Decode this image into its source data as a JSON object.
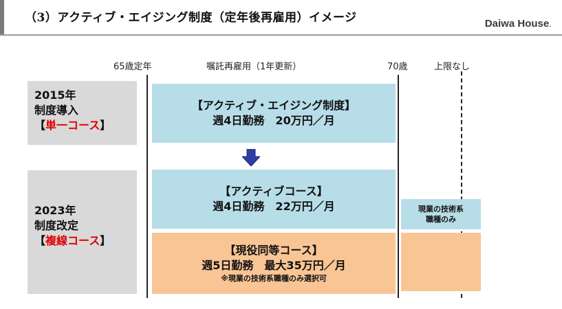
{
  "header": {
    "title": "（3）アクティブ・エイジング制度（定年後再雇用）イメージ",
    "brand": "Daiwa House",
    "brand_mark": "."
  },
  "timeline": {
    "label_65": "65歳定年",
    "label_reemployment": "嘱託再雇用（1年更新）",
    "label_70": "70歳",
    "label_no_limit": "上限なし"
  },
  "eras": [
    {
      "year": "2015年",
      "action": "制度導入",
      "course_open": "【",
      "course_type": "単一コース",
      "course_close": "】"
    },
    {
      "year": "2023年",
      "action": "制度改定",
      "course_open": "【",
      "course_type": "複線コース",
      "course_close": "】"
    }
  ],
  "courses": {
    "active_aging": {
      "name": "【アクティブ・エイジング制度】",
      "terms": "週4日勤務　20万円／月"
    },
    "active": {
      "name": "【アクティブコース】",
      "terms": "週4日勤務　22万円／月"
    },
    "genyaku": {
      "name": "【現役同等コース】",
      "terms": "週5日勤務　最大35万円／月",
      "note": "※現業の技術系職種のみ選択可"
    }
  },
  "side_note": {
    "line1": "現業の技術系",
    "line2": "職種のみ"
  },
  "colors": {
    "teal_box": "#b7dde8",
    "orange_box": "#f9c594",
    "gray_box": "#d9d9d9",
    "highlight_red": "#e00000",
    "arrow_blue": "#2e3fa3"
  },
  "icons": {
    "transition_arrow": "down-arrow-icon"
  }
}
